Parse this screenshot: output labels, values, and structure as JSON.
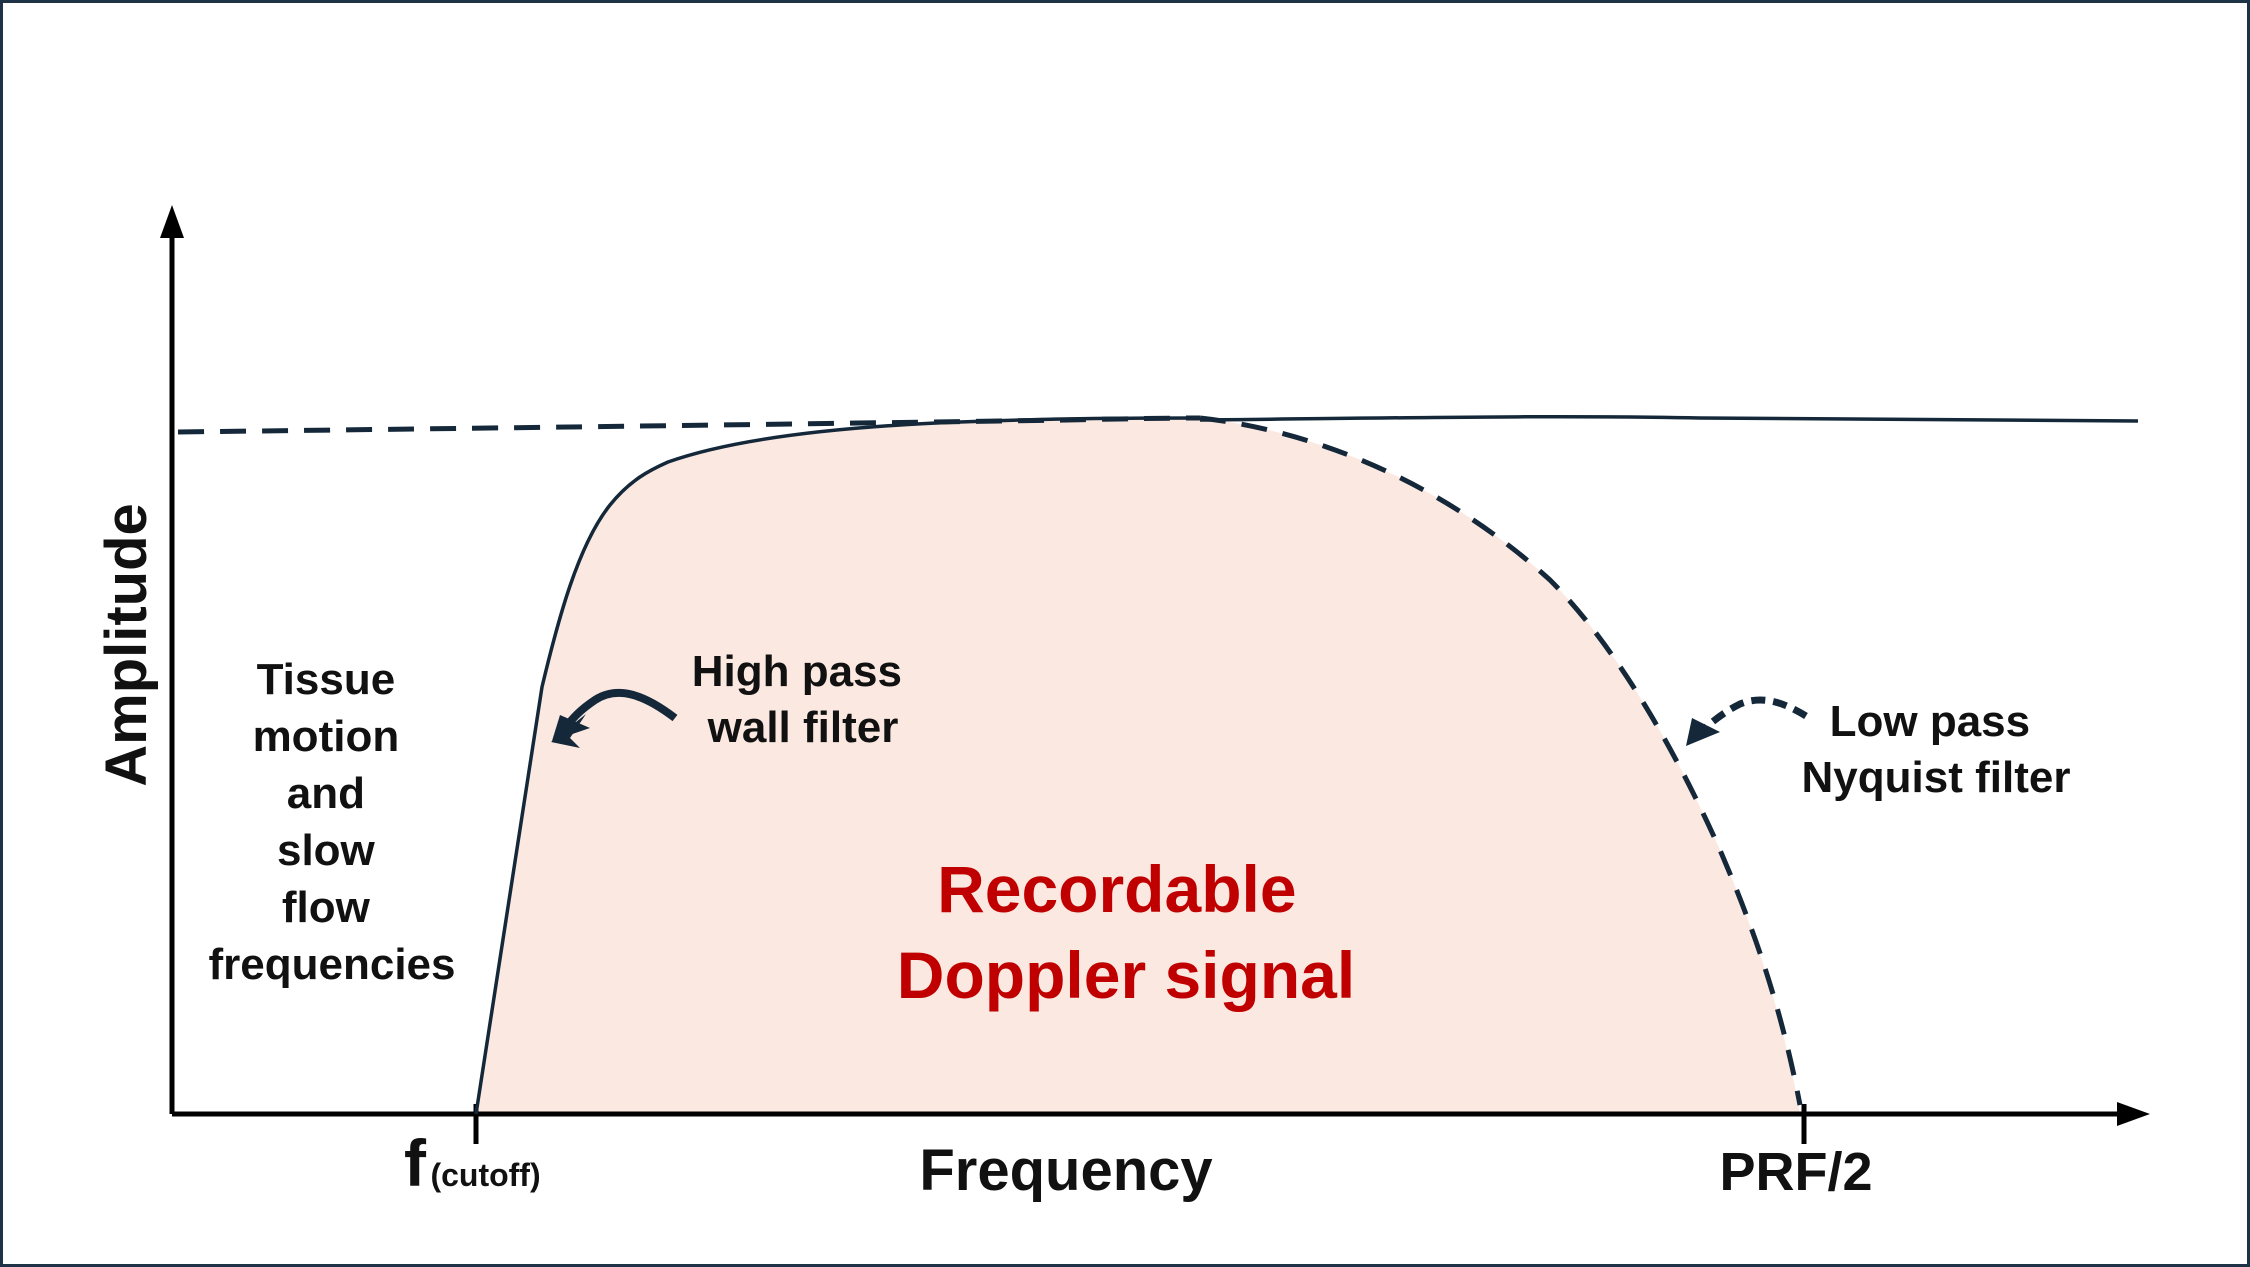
{
  "diagram": {
    "axes": {
      "y_label": "Amplitude",
      "x_label": "Frequency",
      "x_tick_cutoff_main": "f",
      "x_tick_cutoff_sub": "(cutoff)",
      "x_tick_nyquist": "PRF/2"
    },
    "region_left": {
      "lines": [
        "Tissue",
        "motion",
        "and",
        "slow",
        "flow",
        "frequencies"
      ]
    },
    "high_pass": {
      "lines": [
        "High pass",
        "wall filter"
      ]
    },
    "low_pass": {
      "lines": [
        "Low pass",
        "Nyquist filter"
      ]
    },
    "center_label": {
      "lines": [
        "Recordable",
        "Doppler signal"
      ]
    },
    "colors": {
      "frame": "#1f3347",
      "axis": "#000000",
      "curve": "#14283a",
      "fill": "#fbe9e1",
      "center_text": "#c00000",
      "text": "#111111"
    }
  }
}
